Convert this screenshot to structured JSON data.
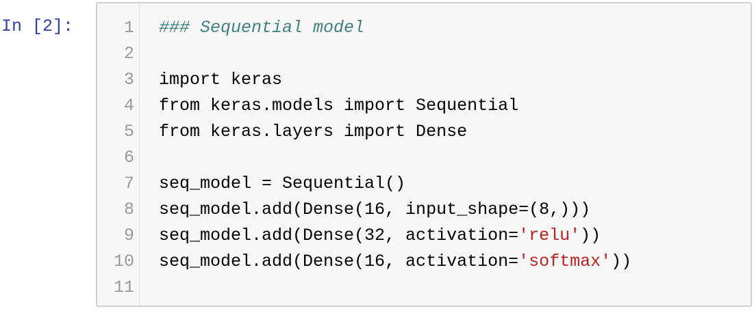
{
  "cell": {
    "prompt": "In [2]:",
    "lines": [
      {
        "num": "1",
        "parts": [
          {
            "t": "### Sequential model",
            "k": "comment"
          }
        ]
      },
      {
        "num": "2",
        "parts": []
      },
      {
        "num": "3",
        "parts": [
          {
            "t": "import keras",
            "k": "plain"
          }
        ]
      },
      {
        "num": "4",
        "parts": [
          {
            "t": "from keras.models import Sequential",
            "k": "plain"
          }
        ]
      },
      {
        "num": "5",
        "parts": [
          {
            "t": "from keras.layers import Dense",
            "k": "plain"
          }
        ]
      },
      {
        "num": "6",
        "parts": []
      },
      {
        "num": "7",
        "parts": [
          {
            "t": "seq_model = Sequential()",
            "k": "plain"
          }
        ]
      },
      {
        "num": "8",
        "parts": [
          {
            "t": "seq_model.add(Dense(16, input_shape=(8,)))",
            "k": "plain"
          }
        ]
      },
      {
        "num": "9",
        "parts": [
          {
            "t": "seq_model.add(Dense(32, activation=",
            "k": "plain"
          },
          {
            "t": "'relu'",
            "k": "string"
          },
          {
            "t": "))",
            "k": "plain"
          }
        ]
      },
      {
        "num": "10",
        "parts": [
          {
            "t": "seq_model.add(Dense(16, activation=",
            "k": "plain"
          },
          {
            "t": "'softmax'",
            "k": "string"
          },
          {
            "t": "))",
            "k": "plain"
          }
        ]
      },
      {
        "num": "11",
        "parts": []
      }
    ]
  },
  "colors": {
    "prompt": "#303f9f",
    "comment": "#408080",
    "string": "#ba2121",
    "line_number": "#999999",
    "cell_border": "#cfcfcf",
    "cell_background": "#f7f7f7"
  }
}
